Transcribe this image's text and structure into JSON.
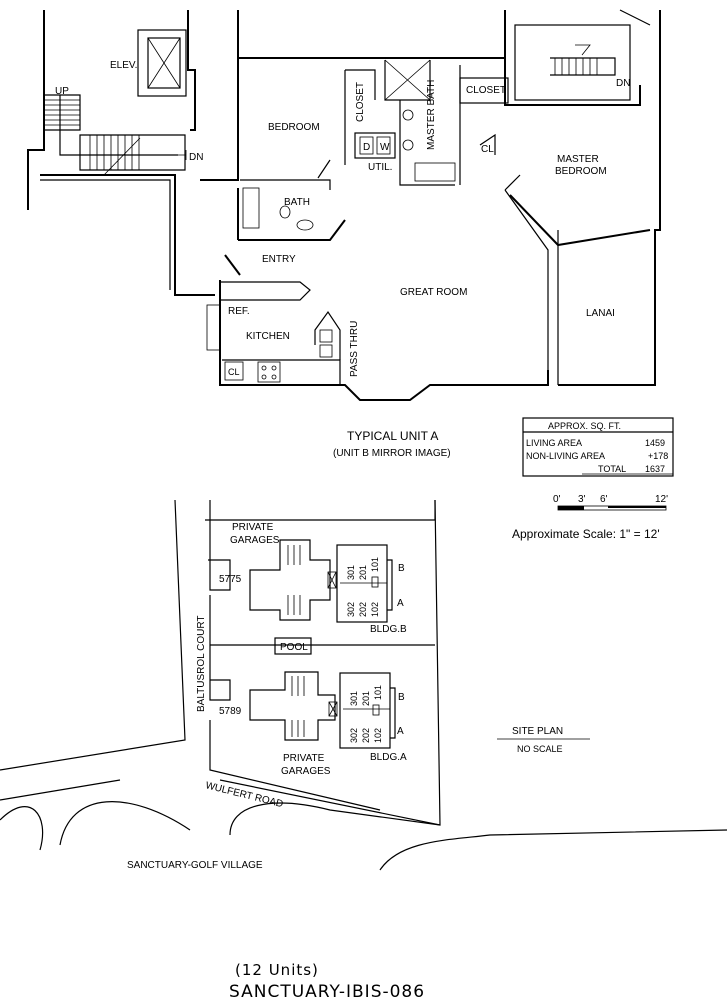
{
  "rooms": {
    "elevator": "ELEV.",
    "up": "UP",
    "dn_left": "DN",
    "dn_right": "DN",
    "bedroom": "BEDROOM",
    "closet_left": "CLOSET",
    "closet_right": "CLOSET",
    "master_bath": "MASTER BATH",
    "dryer": "D",
    "washer": "W",
    "util": "UTIL.",
    "cl_master": "CL",
    "master_bedroom_1": "MASTER",
    "master_bedroom_2": "BEDROOM",
    "bath": "BATH",
    "entry": "ENTRY",
    "great_room": "GREAT ROOM",
    "lanai": "LANAI",
    "ref": "REF.",
    "kitchen": "KITCHEN",
    "pass_thru": "PASS THRU",
    "cl_kitchen": "CL"
  },
  "unit_caption": {
    "title": "TYPICAL UNIT A",
    "subtitle": "(UNIT B MIRROR IMAGE)"
  },
  "area_table": {
    "header": "APPROX. SQ. FT.",
    "rows": [
      {
        "label": "LIVING AREA",
        "value": "1459"
      },
      {
        "label": "NON-LIVING AREA",
        "value": "+178"
      },
      {
        "label": "TOTAL",
        "value": "1637"
      }
    ]
  },
  "scale": {
    "ticks": [
      "0'",
      "3'",
      "6'",
      "12'"
    ],
    "caption": "Approximate Scale: 1\" = 12'"
  },
  "site_plan": {
    "garages_top_1": "PRIVATE",
    "garages_top_2": "GARAGES",
    "addr_top": "5775",
    "addr_bottom": "5789",
    "street_court": "BALTUSROL COURT",
    "pool": "POOL",
    "bldg_b": "BLDG.B",
    "bldg_a": "BLDG.A",
    "b_units_upper": [
      "301",
      "201",
      "101"
    ],
    "b_units_lower": [
      "302",
      "202",
      "102"
    ],
    "a_units_upper": [
      "301",
      "201",
      "101"
    ],
    "a_units_lower": [
      "302",
      "202",
      "102"
    ],
    "side_b": "B",
    "side_a": "A",
    "garages_bottom_1": "PRIVATE",
    "garages_bottom_2": "GARAGES",
    "road": "WULFERT ROAD",
    "village": "SANCTUARY-GOLF VILLAGE",
    "title": "SITE PLAN",
    "subtitle": "NO SCALE"
  },
  "footer": {
    "units": "(12 Units)",
    "code": "SANCTUARY-IBIS-086"
  }
}
